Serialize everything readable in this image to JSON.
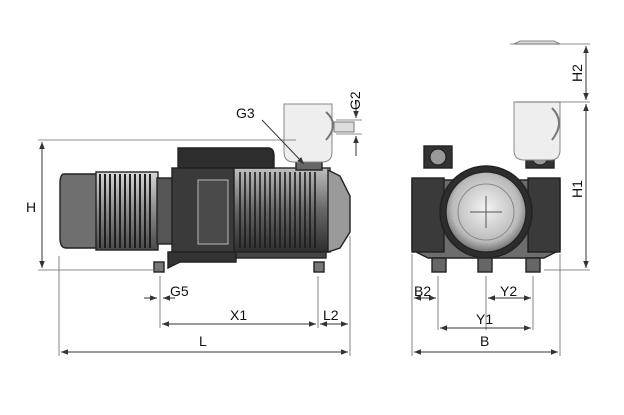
{
  "labels": {
    "H": "H",
    "G3": "G3",
    "G2": "G2",
    "G5": "G5",
    "X1": "X1",
    "L2": "L2",
    "L": "L",
    "H1": "H1",
    "H2": "H2",
    "B2": "B2",
    "Y2": "Y2",
    "Y1": "Y1",
    "B": "B"
  },
  "colors": {
    "body_dark": "#3c3c3c",
    "body_mid": "#777777",
    "body_light": "#bdbdbd",
    "fin_dark": "#1e1e1e",
    "accessory": "#9a9a9a",
    "line": "#333333"
  }
}
